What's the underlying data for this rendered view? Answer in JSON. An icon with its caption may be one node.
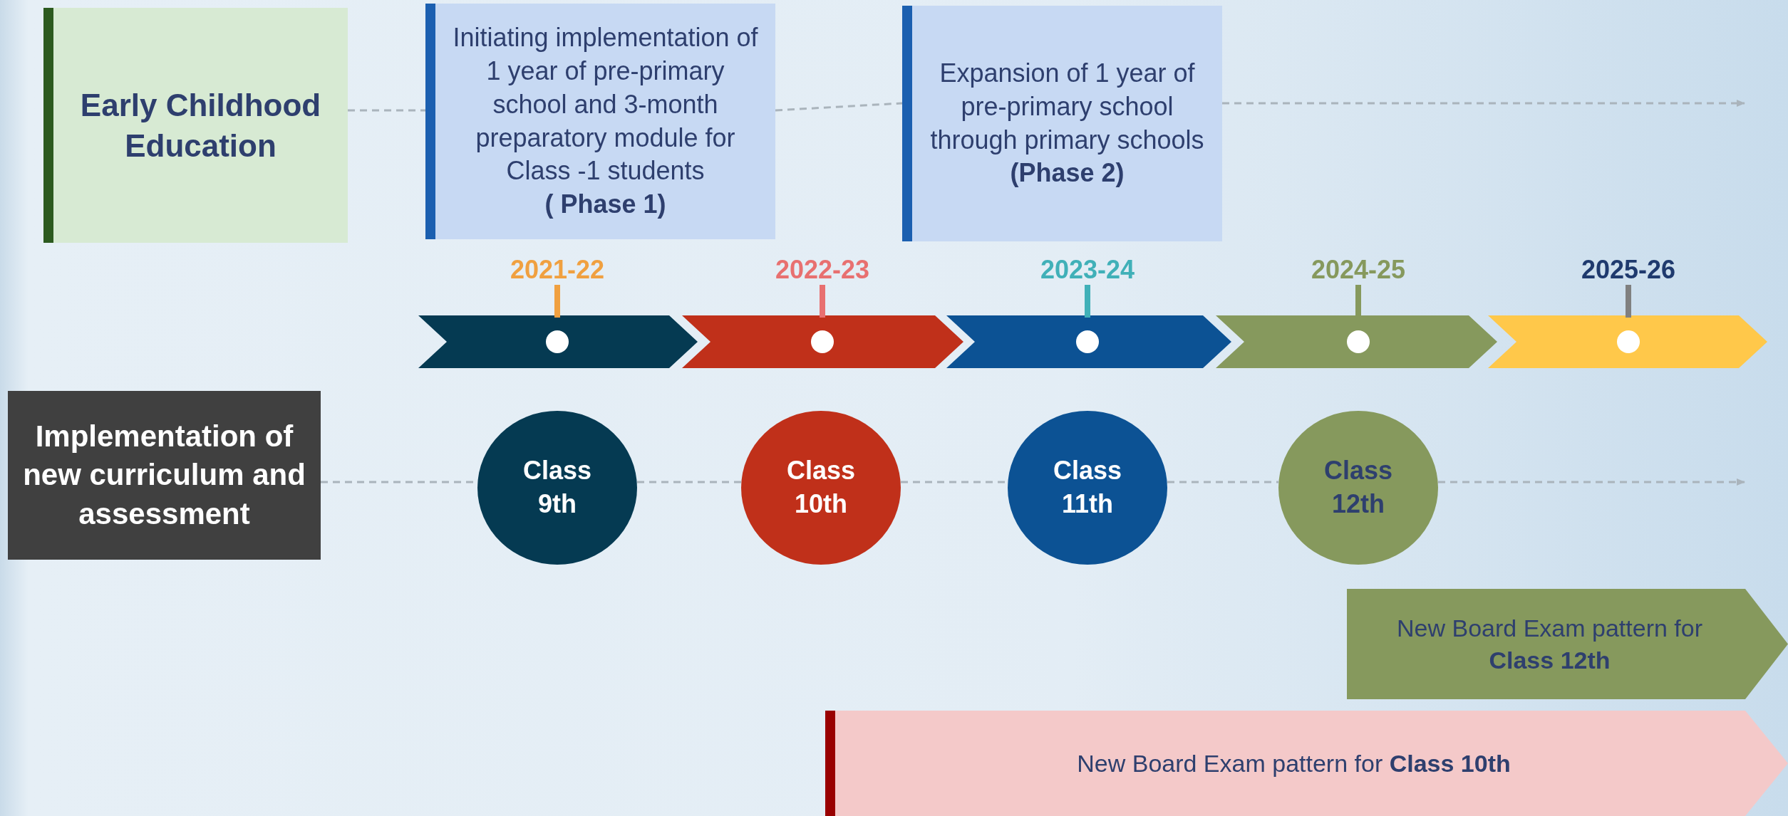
{
  "diagram": {
    "nodes": [
      {
        "text": [
          "Early Childhood Education"
        ]
      },
      {
        "text": [
          "Initiating implementation of 1 year of pre-primary school and 3-month preparatory module for Class -1 students",
          "( Phase 1)"
        ]
      },
      {
        "text": [
          "Expansion of 1 year of pre-primary school through primary schools",
          "(Phase 2)"
        ]
      },
      {
        "text": [
          "Implementation of new curriculum and assessment"
        ]
      },
      {
        "text": [
          "Class 9th"
        ]
      },
      {
        "text": [
          "Class 10th"
        ]
      },
      {
        "text": [
          "Class 11th"
        ]
      },
      {
        "text": [
          "Class 12th"
        ]
      },
      {
        "text": [
          "New Board Exam pattern for **Class 12th**"
        ]
      },
      {
        "text": [
          "New Board Exam pattern for **Class 10th**"
        ]
      }
    ],
    "edges": [
      {
        "from": 0,
        "to": 1,
        "arrow": "none",
        "style": "dashed"
      },
      {
        "from": 1,
        "to": 2,
        "arrow": "none",
        "style": "dashed"
      },
      {
        "from": 2,
        "to": null,
        "arrow": "to",
        "style": "dashed"
      },
      {
        "from": 3,
        "to": 4,
        "arrow": "none",
        "style": "dashed"
      },
      {
        "from": 4,
        "to": 5,
        "arrow": "none",
        "style": "dashed"
      },
      {
        "from": 5,
        "to": 6,
        "arrow": "none",
        "style": "dashed"
      },
      {
        "from": 6,
        "to": 7,
        "arrow": "none",
        "style": "dashed"
      },
      {
        "from": 7,
        "to": null,
        "arrow": "to",
        "style": "dashed"
      }
    ],
    "labels": [
      "2021-22",
      "2022-23",
      "2023-24",
      "2024-25",
      "2025-26"
    ]
  }
}
